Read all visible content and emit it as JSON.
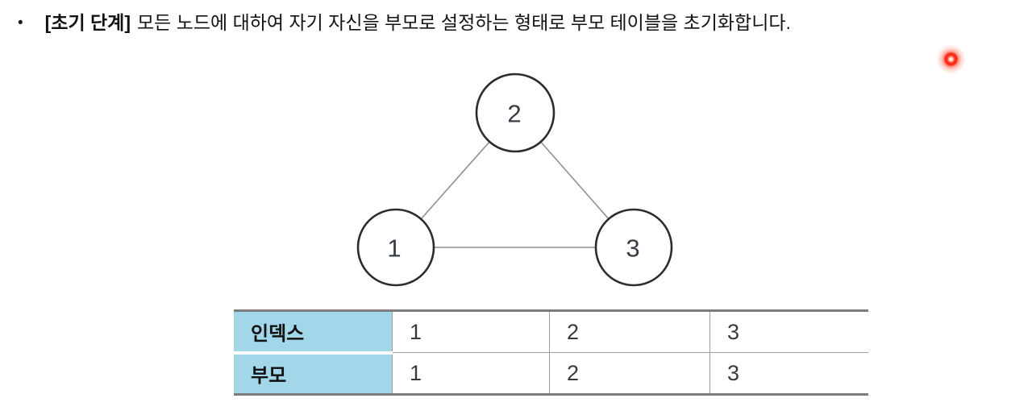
{
  "bullet": {
    "marker": "•",
    "bold_text": "[초기 단계]",
    "text": "모든 노드에 대하여 자기 자신을 부모로 설정하는 형태로 부모 테이블을 초기화합니다."
  },
  "graph": {
    "nodes": [
      {
        "label": "1"
      },
      {
        "label": "2"
      },
      {
        "label": "3"
      }
    ],
    "edges": [
      "1-2",
      "2-3",
      "1-3"
    ]
  },
  "table": {
    "header_color": "#a2d6e9",
    "rows": [
      {
        "header": "인덱스",
        "cells": [
          "1",
          "2",
          "3"
        ]
      },
      {
        "header": "부모",
        "cells": [
          "1",
          "2",
          "3"
        ]
      }
    ]
  },
  "pointer": {
    "type": "laser-dot",
    "color": "#ff2d1a"
  }
}
